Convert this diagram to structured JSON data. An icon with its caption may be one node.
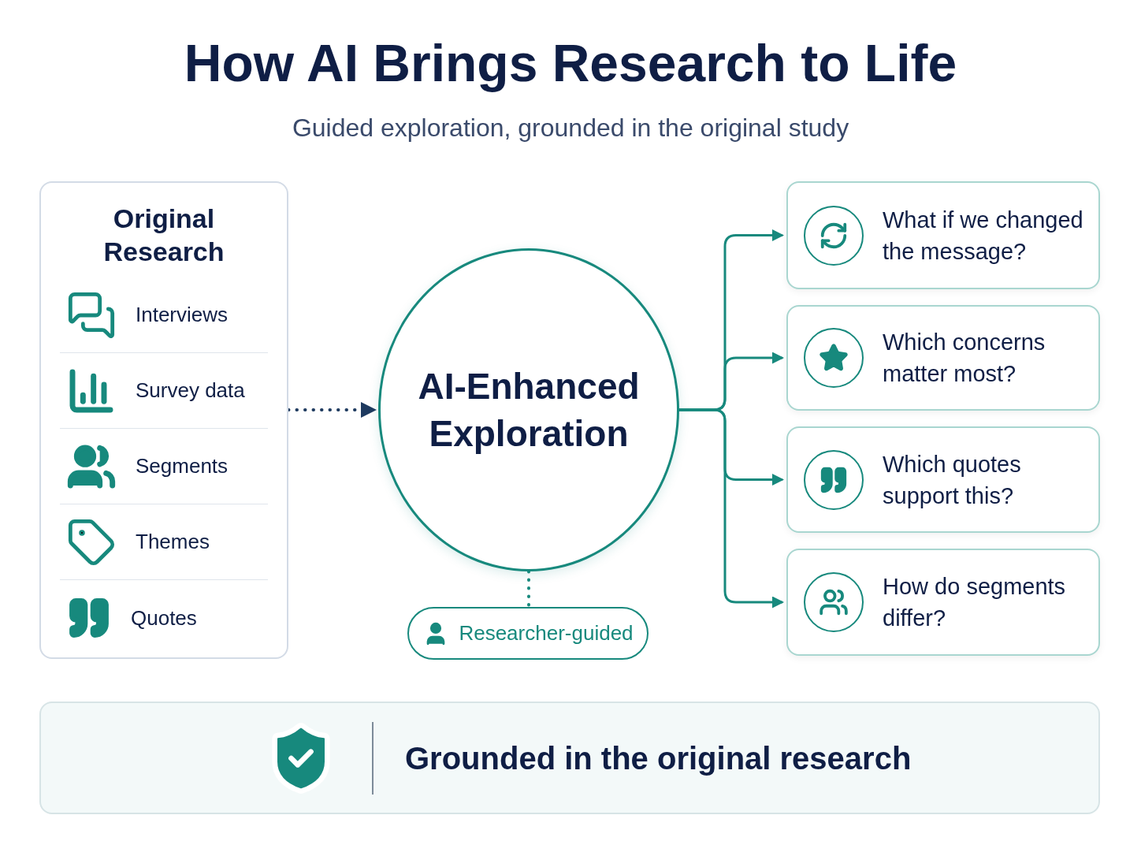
{
  "diagram": {
    "title": "How AI Brings Research to Life",
    "caption": "Guided exploration, grounded in the original study",
    "nodes": [
      {
        "text": [
          "Original Research"
        ]
      },
      {
        "text": [
          "Interviews"
        ],
        "in": 0
      },
      {
        "text": [
          "Survey data"
        ],
        "in": 0
      },
      {
        "text": [
          "Segments"
        ],
        "in": 0
      },
      {
        "text": [
          "Themes"
        ],
        "in": 0
      },
      {
        "text": [
          "Quotes"
        ],
        "in": 0
      },
      {
        "text": [
          "AI-Enhanced Exploration"
        ]
      },
      {
        "text": [
          "Researcher-guided"
        ]
      },
      {
        "text": [
          "What if we changed the message?"
        ]
      },
      {
        "text": [
          "Which concerns matter most?"
        ]
      },
      {
        "text": [
          "Which quotes support this?"
        ]
      },
      {
        "text": [
          "How do segments differ?"
        ]
      },
      {
        "text": [
          "Grounded in the original research"
        ]
      }
    ],
    "edges": [
      {
        "from": 0,
        "to": 6,
        "arrow": "to",
        "style": "dashed",
        "color": "#1e3a5f"
      },
      {
        "from": 6,
        "to": 7,
        "arrow": "none",
        "style": "dashed"
      },
      {
        "from": 6,
        "to": 8,
        "arrow": "to"
      },
      {
        "from": 6,
        "to": 9,
        "arrow": "to"
      },
      {
        "from": 6,
        "to": 10,
        "arrow": "to"
      },
      {
        "from": 6,
        "to": 11,
        "arrow": "to"
      }
    ]
  }
}
